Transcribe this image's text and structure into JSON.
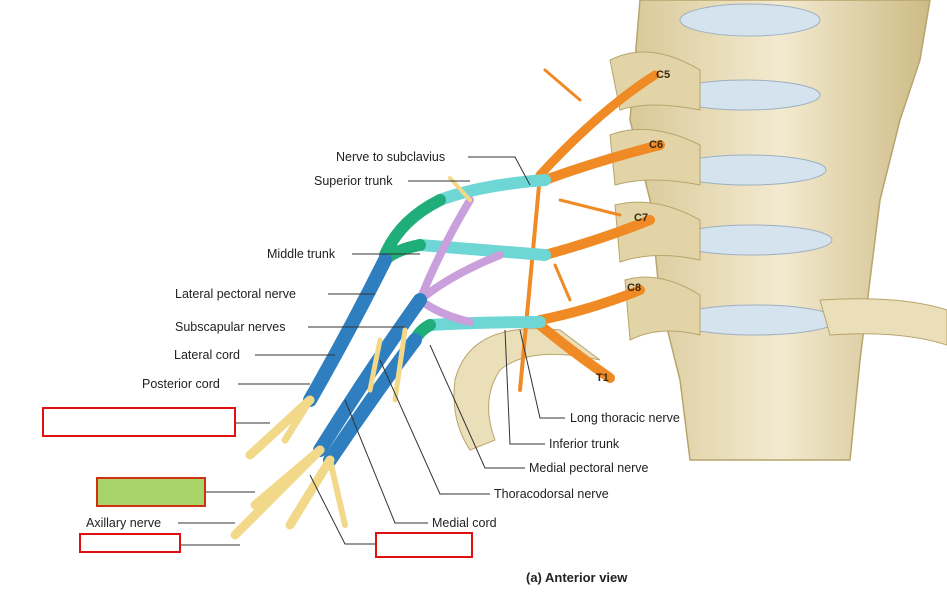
{
  "labels": {
    "nerve_to_subclavius": "Nerve to subclavius",
    "superior_trunk": "Superior trunk",
    "middle_trunk": "Middle trunk",
    "lateral_pectoral_nerve": "Lateral pectoral nerve",
    "subscapular_nerves": "Subscapular nerves",
    "lateral_cord": "Lateral cord",
    "posterior_cord": "Posterior cord",
    "axillary_nerve": "Axillary nerve",
    "long_thoracic_nerve": "Long thoracic nerve",
    "inferior_trunk": "Inferior trunk",
    "medial_pectoral_nerve": "Medial pectoral nerve",
    "thoracodorsal_nerve": "Thoracodorsal nerve",
    "medial_cord": "Medial cord"
  },
  "vertebra_labels": {
    "c5": "C5",
    "c6": "C6",
    "c7": "C7",
    "c8": "C8",
    "t1": "T1"
  },
  "caption": "(a) Anterior view",
  "colors": {
    "roots": "#f08a24",
    "trunks_green": "#1fae7a",
    "divisions_cyan": "#6fd6d6",
    "divisions_violet": "#c9a0dc",
    "cords_blue": "#2f7fc0",
    "terminal_yellow": "#f2d98a",
    "bone": "#eadfb8",
    "answer_box_border": "#e01010",
    "answer_box_fill": "#a8d46a"
  }
}
